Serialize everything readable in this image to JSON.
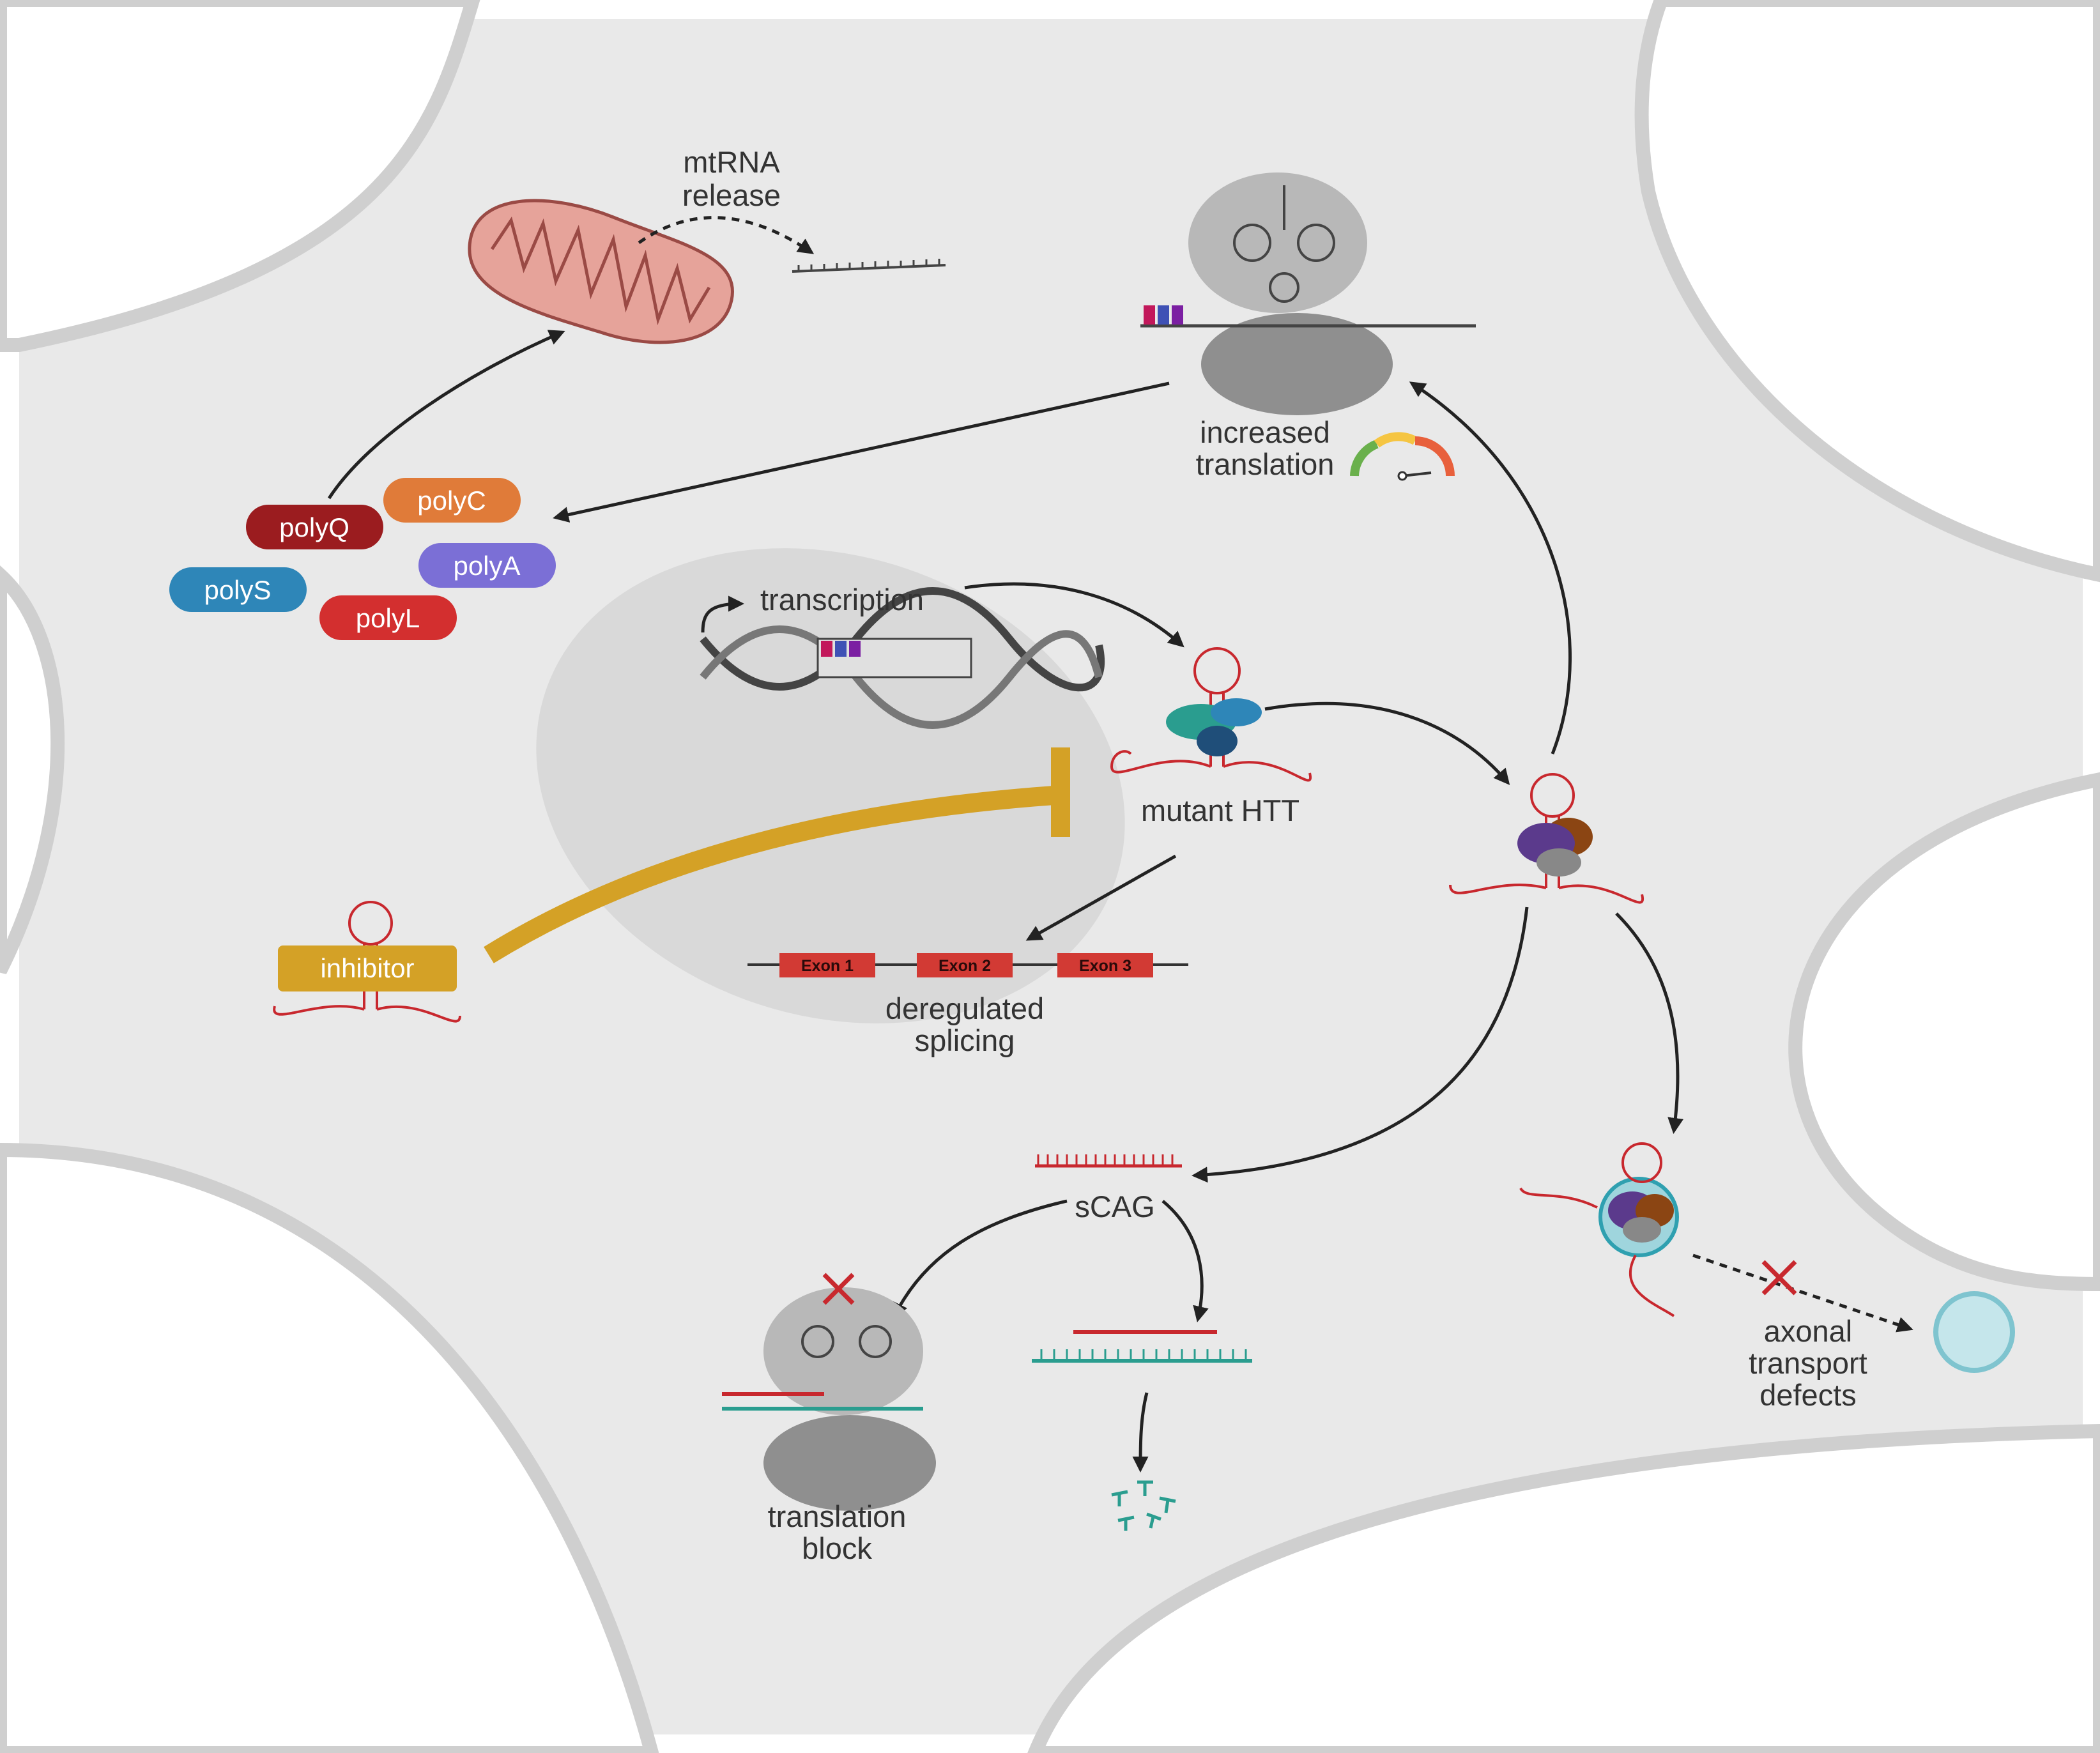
{
  "labels": {
    "mtrna_release": [
      "mtRNA",
      "release"
    ],
    "increased_translation": [
      "increased",
      "translation"
    ],
    "transcription": "transcription",
    "mutant_htt": "mutant HTT",
    "deregulated_splicing": [
      "deregulated",
      "splicing"
    ],
    "scag": "sCAG",
    "translation_block": [
      "translation",
      "block"
    ],
    "axonal_transport_defects": [
      "axonal",
      "transport",
      "defects"
    ],
    "inhibitor": "inhibitor"
  },
  "polypeptides": [
    {
      "label": "polyQ",
      "color": "#9b1c1f"
    },
    {
      "label": "polyC",
      "color": "#e07b39"
    },
    {
      "label": "polyA",
      "color": "#7b6fd6"
    },
    {
      "label": "polyS",
      "color": "#2e86b8"
    },
    {
      "label": "polyL",
      "color": "#d32f2f"
    }
  ],
  "exons": [
    "Exon 1",
    "Exon 2",
    "Exon 3"
  ],
  "colors": {
    "cell": "#e9e9e9",
    "cell_border": "#cfcfcf",
    "nucleus": "#d9d9d9",
    "inhibitor": "#d4a126",
    "rna": "#c8282e",
    "exon": "#d23a34",
    "scag_strand": "#c8282e",
    "target_strand": "#2a9d8f"
  },
  "icons": [
    "mitochondrion-icon",
    "ribosome-icon",
    "trna-icon",
    "dna-helix-icon",
    "rna-hairpin-icon",
    "speed-gauge-icon",
    "vesicle-icon",
    "block-x-icon"
  ]
}
